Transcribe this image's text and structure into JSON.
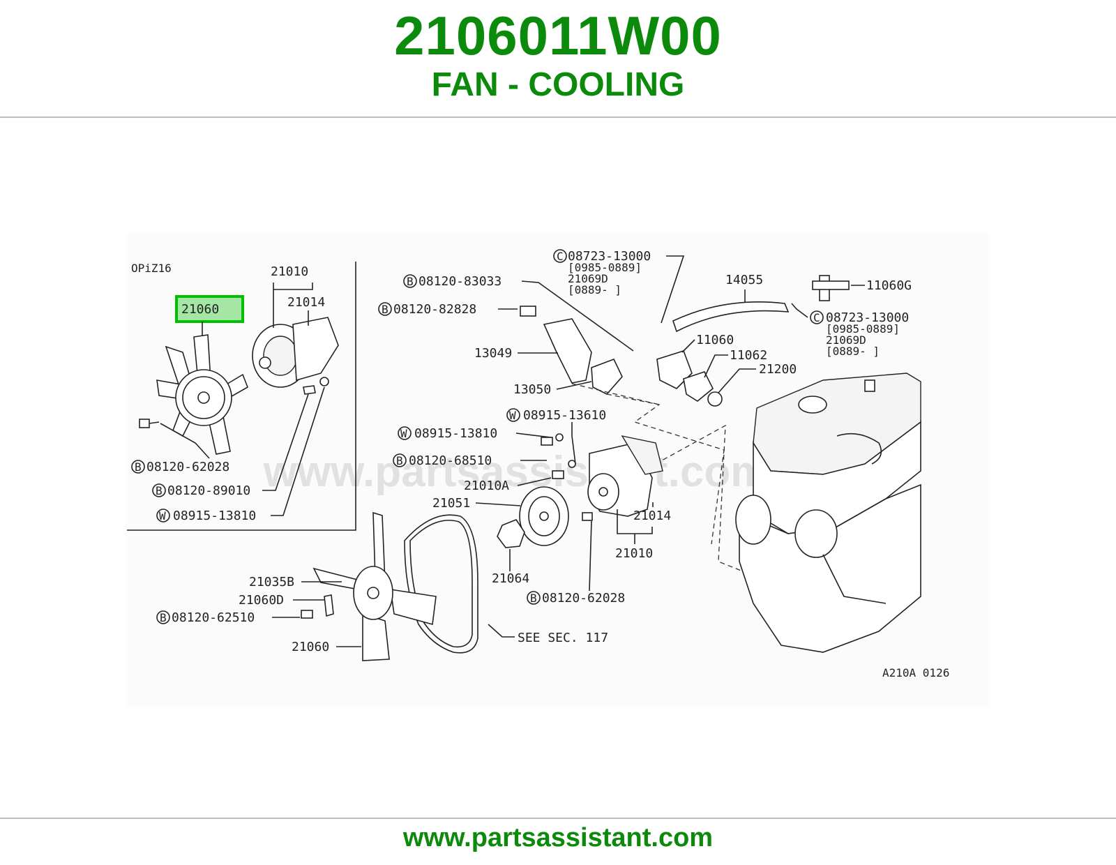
{
  "header": {
    "part_number": "2106011W00",
    "part_name": "FAN - COOLING"
  },
  "diagram": {
    "watermark": "www.partsassistant.com",
    "drawing_code": "A210A 0126",
    "inset": {
      "option_label": "OPiZ16",
      "highlight_label": "21060",
      "labels": [
        "21010",
        "21014",
        "08120-62028",
        "08120-89010",
        "08915-13810"
      ]
    },
    "main_labels": {
      "l_08723_13000_a": "08723-13000",
      "l_range_a": "[0985-0889]",
      "l_21069d_a": "21069D",
      "l_from_a": "[0889-    ]",
      "l_08120_83033": "08120-83033",
      "l_08120_82828": "08120-82828",
      "l_14055": "14055",
      "l_11060g": "11060G",
      "l_08723_13000_b": "08723-13000",
      "l_range_b": "[0985-0889]",
      "l_21069d_b": "21069D",
      "l_from_b": "[0889-    ]",
      "l_13049": "13049",
      "l_11060": "11060",
      "l_11062": "11062",
      "l_21200": "21200",
      "l_13050": "13050",
      "l_08915_13610": "08915-13610",
      "l_08915_13810": "08915-13810",
      "l_08120_68510": "08120-68510",
      "l_21010a": "21010A",
      "l_21051": "21051",
      "l_21014": "21014",
      "l_21010": "21010",
      "l_21064": "21064",
      "l_08120_62028": "08120-62028",
      "l_21035b": "21035B",
      "l_21060d": "21060D",
      "l_08120_62510": "08120-62510",
      "l_21060": "21060",
      "l_see_sec": "SEE SEC. 117"
    },
    "circle_marks": {
      "bolt": "B",
      "washer": "W",
      "clamp": "C"
    },
    "highlight_color": "#00c000"
  },
  "footer": {
    "url": "www.partsassistant.com"
  }
}
